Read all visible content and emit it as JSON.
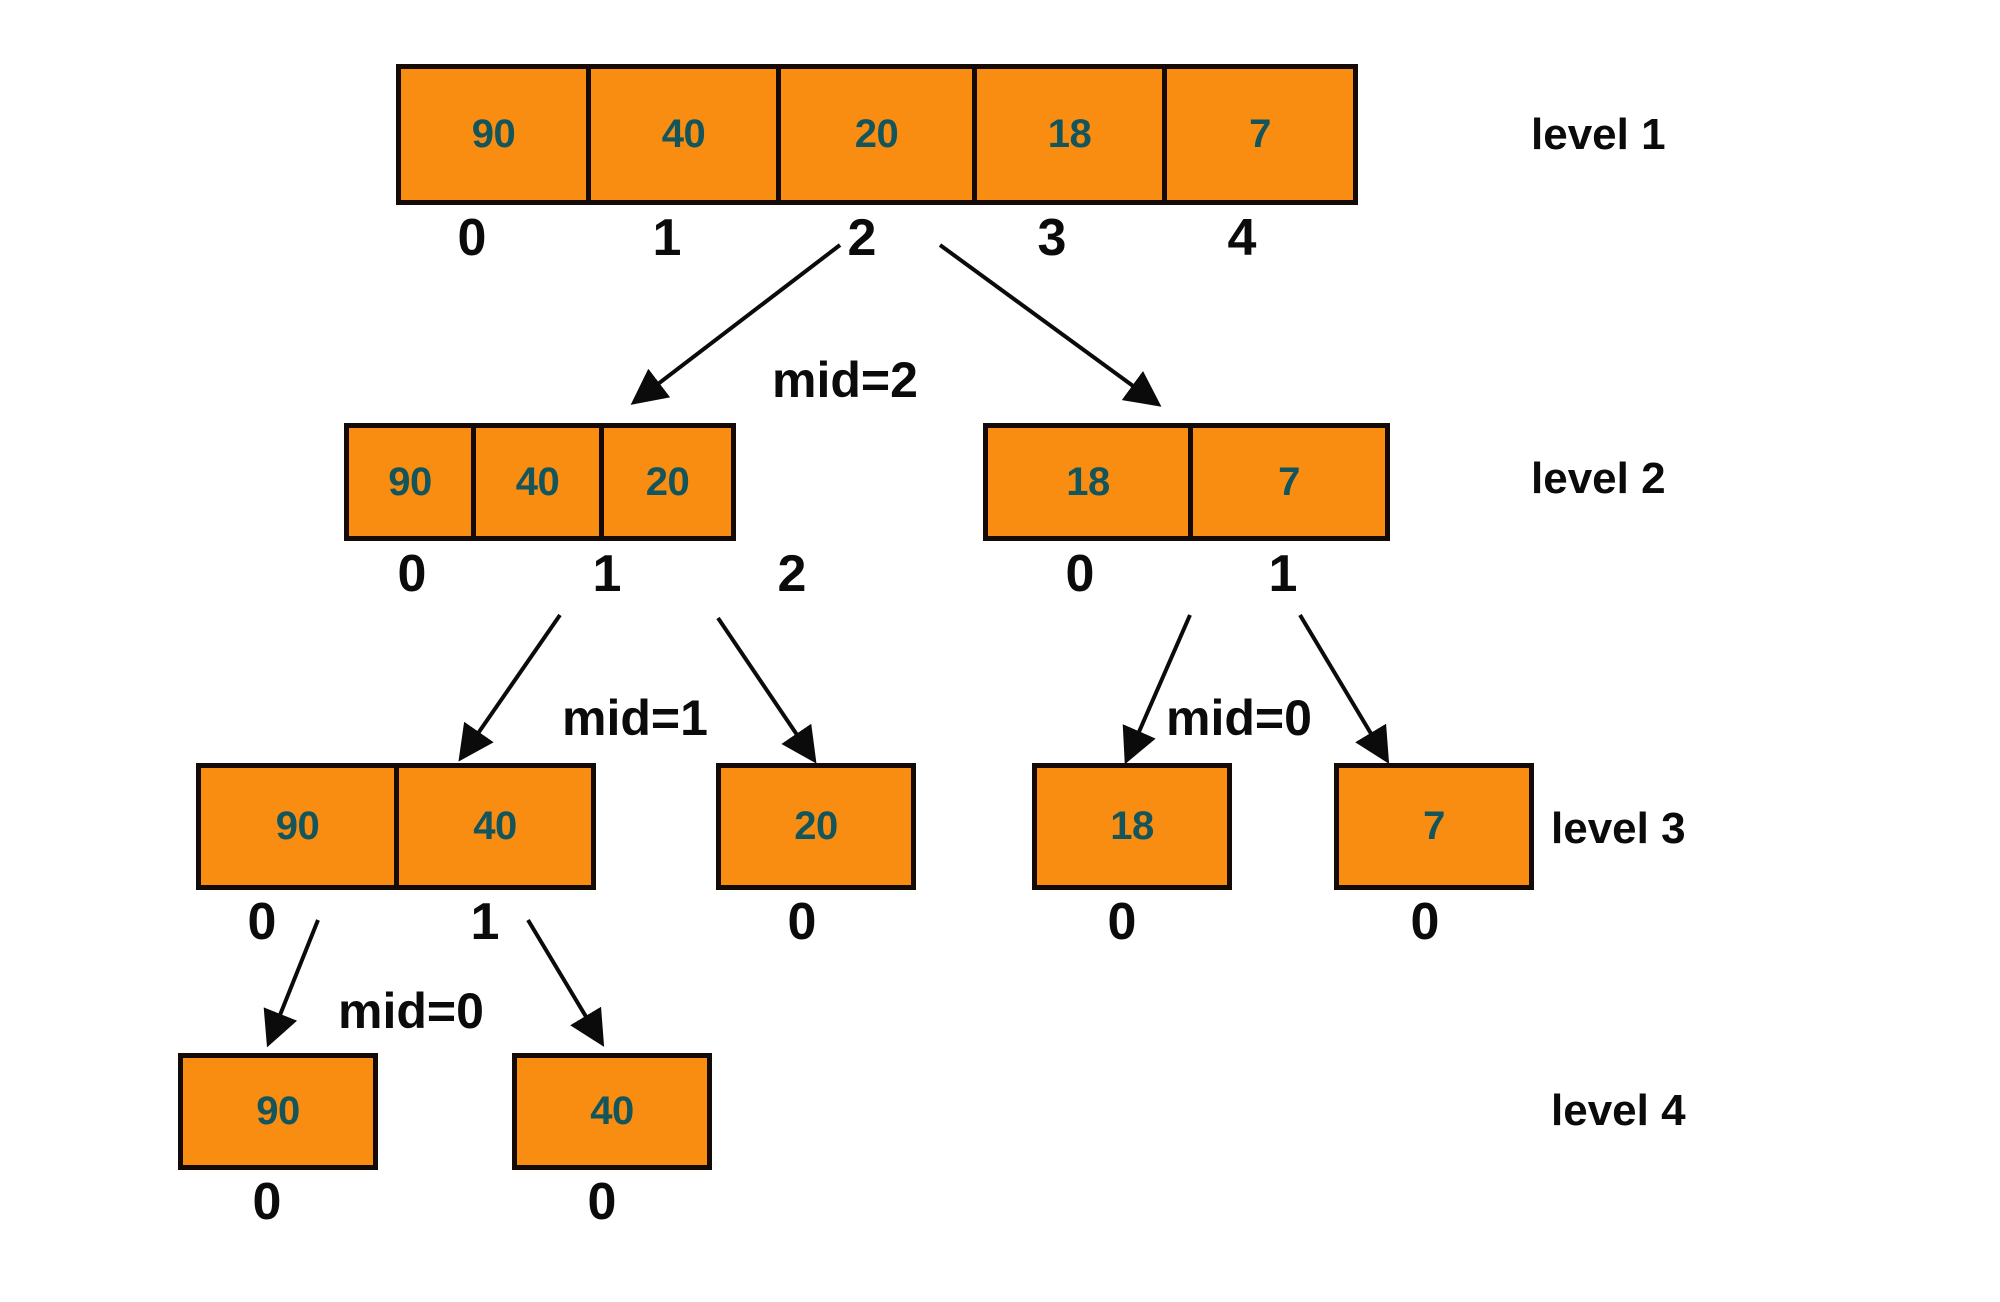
{
  "diagram": {
    "title": "merge-sort-recursion-tree",
    "colors": {
      "cell_fill": "#F88D12",
      "cell_border": "#140A06",
      "cell_text": "#14555C",
      "label_text": "#0B0B0B",
      "background": "#FFFFFF"
    },
    "levels": [
      {
        "label": "level 1",
        "groups": [
          {
            "values": [
              "90",
              "40",
              "20",
              "18",
              "7"
            ],
            "indices": [
              "0",
              "1",
              "2",
              "3",
              "4"
            ]
          }
        ]
      },
      {
        "label": "level 2",
        "groups": [
          {
            "values": [
              "90",
              "40",
              "20"
            ],
            "indices": [
              "0",
              "1",
              "2"
            ]
          },
          {
            "values": [
              "18",
              "7"
            ],
            "indices": [
              "0",
              "1"
            ]
          }
        ]
      },
      {
        "label": "level 3",
        "groups": [
          {
            "values": [
              "90",
              "40"
            ],
            "indices": [
              "0",
              "1"
            ]
          },
          {
            "values": [
              "20"
            ],
            "indices": [
              "0"
            ]
          },
          {
            "values": [
              "18"
            ],
            "indices": [
              "0"
            ]
          },
          {
            "values": [
              "7"
            ],
            "indices": [
              "0"
            ]
          }
        ]
      },
      {
        "label": "level 4",
        "groups": [
          {
            "values": [
              "90"
            ],
            "indices": [
              "0"
            ]
          },
          {
            "values": [
              "40"
            ],
            "indices": [
              "0"
            ]
          }
        ]
      }
    ],
    "mid_labels": [
      {
        "text": "mid=2"
      },
      {
        "text": "mid=1"
      },
      {
        "text": "mid=0"
      },
      {
        "text": "mid=0"
      }
    ]
  }
}
